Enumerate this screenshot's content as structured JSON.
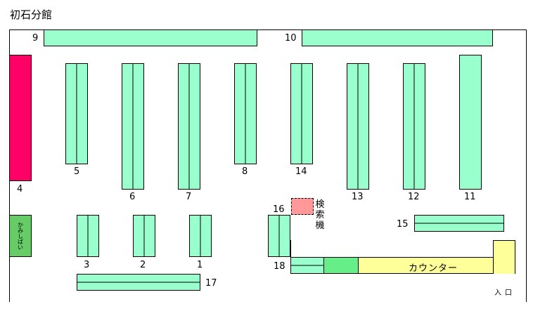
{
  "title": "初石分館",
  "shelves": {
    "s1": "1",
    "s2": "2",
    "s3": "3",
    "s4": "4",
    "s5": "5",
    "s6": "6",
    "s7": "7",
    "s8": "8",
    "s9": "9",
    "s10": "10",
    "s11": "11",
    "s12": "12",
    "s13": "13",
    "s14": "14",
    "s15": "15",
    "s16": "16",
    "s17": "17",
    "s18": "18"
  },
  "kamishibai": "かみしばい",
  "search_terminal": "検索機",
  "counter": "カウンター",
  "entrance": "入口"
}
